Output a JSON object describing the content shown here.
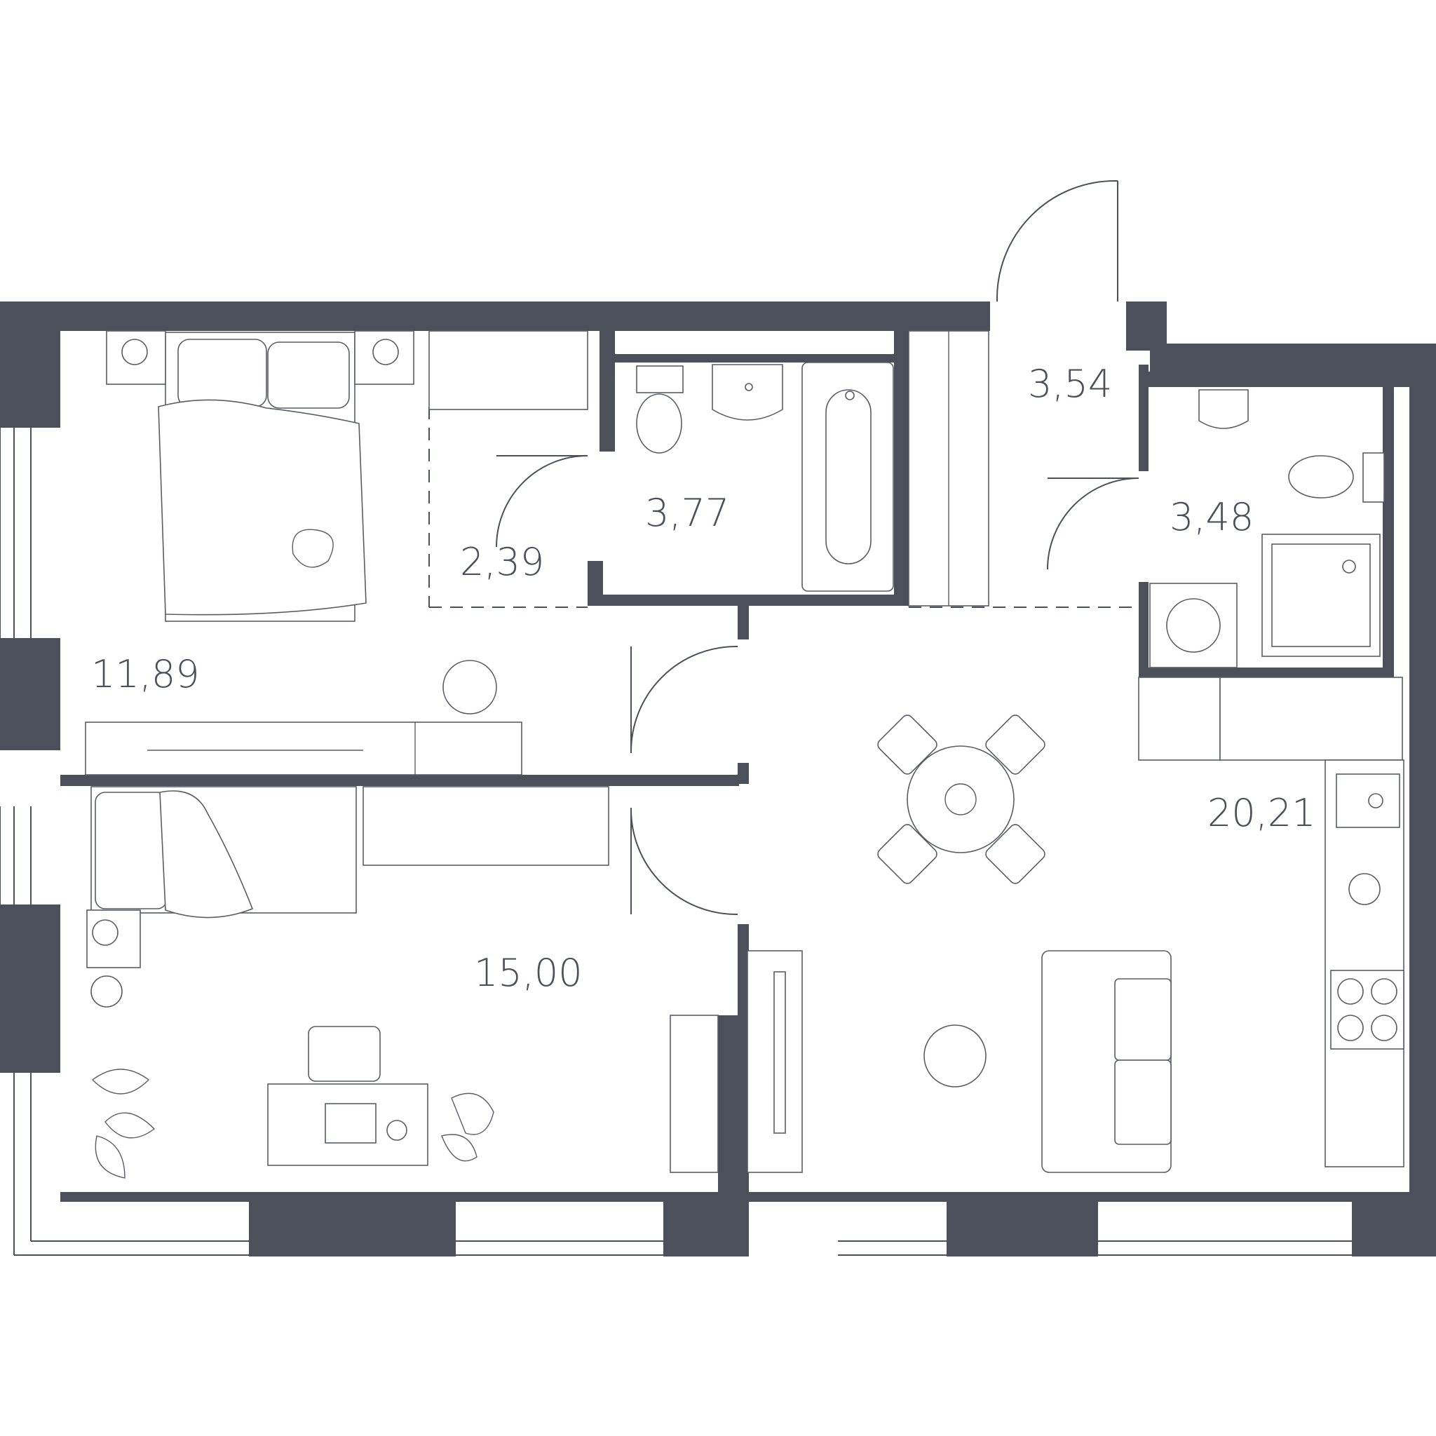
{
  "plan": {
    "wall_color": "#4c505b",
    "rooms": [
      {
        "id": "bedroom",
        "area": "11,89"
      },
      {
        "id": "wardrobe",
        "area": "2,39"
      },
      {
        "id": "bathroom",
        "area": "3,77"
      },
      {
        "id": "hallway",
        "area": "3,54"
      },
      {
        "id": "shower-room",
        "area": "3,48"
      },
      {
        "id": "kids-room",
        "area": "15,00"
      },
      {
        "id": "kitchen-living",
        "area": "20,21"
      }
    ]
  }
}
